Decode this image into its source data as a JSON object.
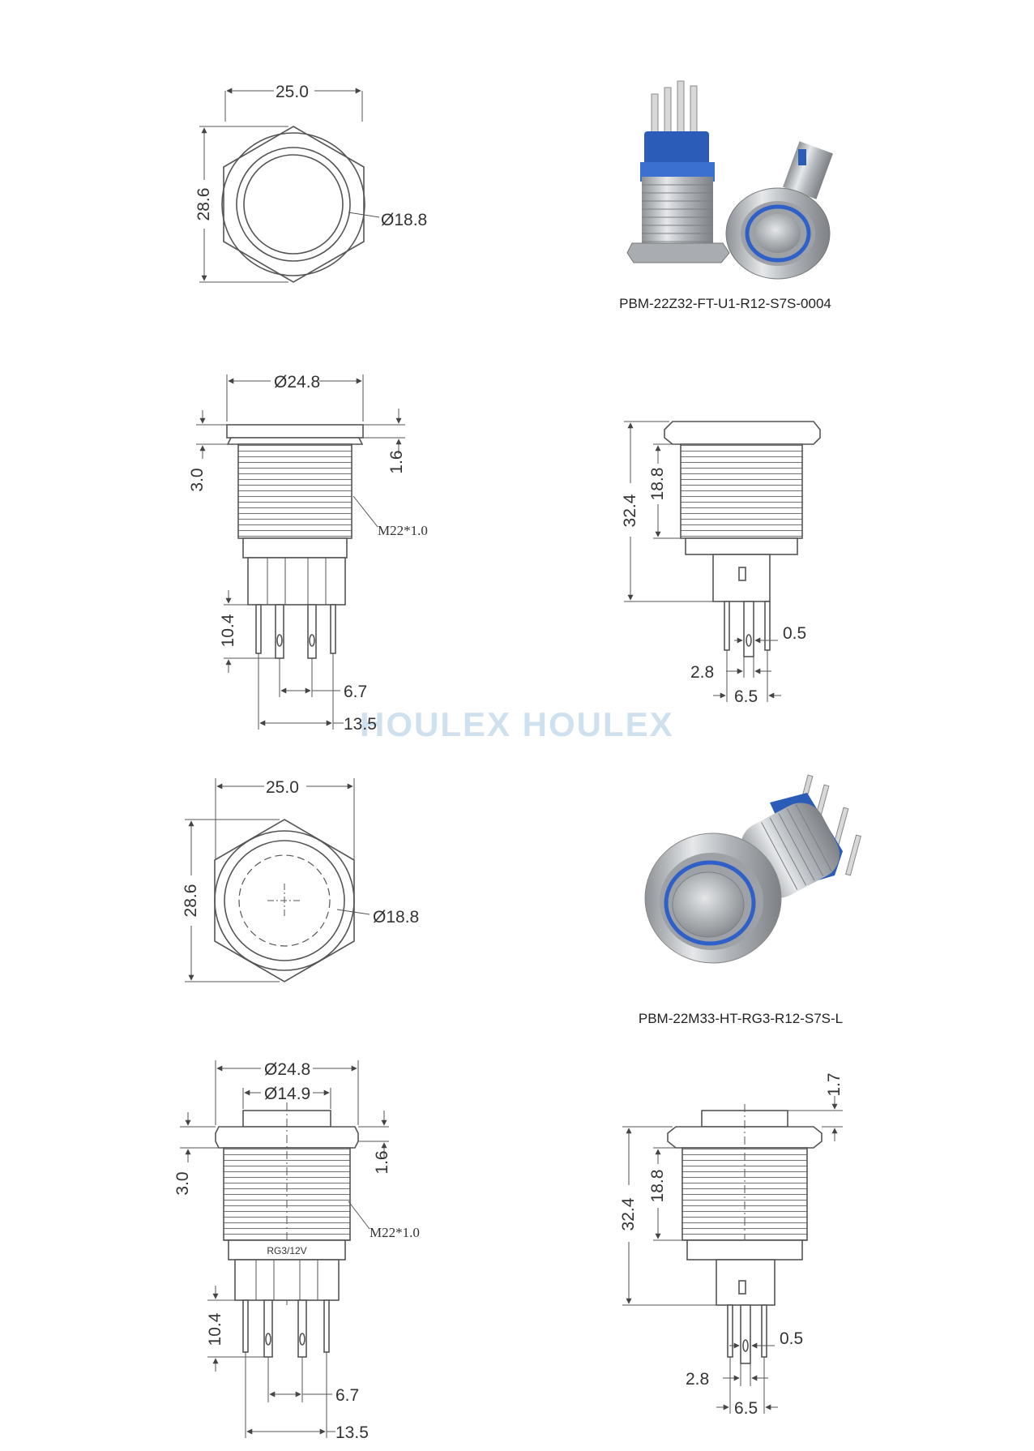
{
  "watermark": "HOULEX HOULEX",
  "products": [
    {
      "model": "PBM-22Z32-FT-U1-R12-S7S-0004",
      "front": {
        "width": "25.0",
        "height": "28.6",
        "diameter": "Ø18.8"
      },
      "side": {
        "diameter": "Ø24.8",
        "nut": "3.0",
        "flange": "1.6",
        "thread": "M22*1.0",
        "pin_len": "10.4",
        "pin_gap": "6.7",
        "pin_span": "13.5"
      },
      "profile": {
        "total": "32.4",
        "body": "18.8",
        "pin_thick": "0.5",
        "pin_width": "2.8",
        "pin_pitch": "6.5"
      }
    },
    {
      "model": "PBM-22M33-HT-RG3-R12-S7S-L",
      "front": {
        "width": "25.0",
        "height": "28.6",
        "diameter": "Ø18.8"
      },
      "side": {
        "diameter": "Ø24.8",
        "cap": "Ø14.9",
        "nut": "3.0",
        "flange": "1.6",
        "thread": "M22*1.0",
        "label": "RG3/12V",
        "pin_len": "10.4",
        "pin_gap": "6.7",
        "pin_span": "13.5"
      },
      "profile": {
        "cap_h": "1.7",
        "total": "32.4",
        "body": "18.8",
        "pin_thick": "0.5",
        "pin_width": "2.8",
        "pin_pitch": "6.5"
      }
    }
  ],
  "colors": {
    "line": "#555555",
    "text": "#333333",
    "switch_blue": "#2a5cb8",
    "metal": "#b9bcc0"
  }
}
